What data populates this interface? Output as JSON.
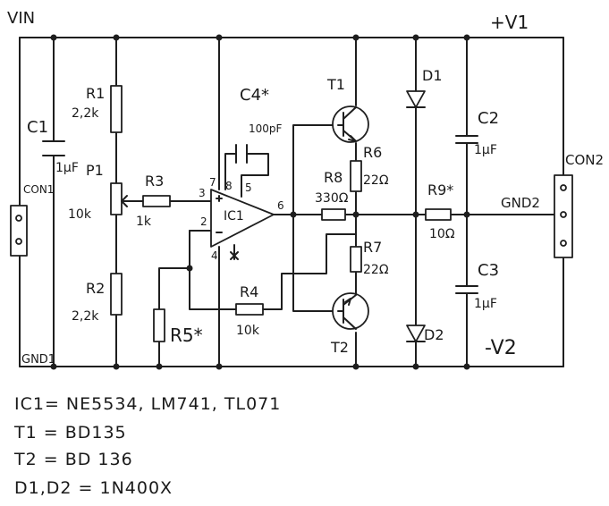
{
  "labels": {
    "vin": "VIN",
    "gnd1": "GND1",
    "plus_v1": "+V1",
    "minus_v2": "-V2",
    "gnd2": "GND2",
    "con1": "CON1",
    "con2": "CON2",
    "c1": "C1",
    "c1_val": "1μF",
    "r1": "R1",
    "r1_val": "2,2k",
    "p1": "P1",
    "p1_val": "10k",
    "r2": "R2",
    "r2_val": "2,2k",
    "r3": "R3",
    "r3_val": "1k",
    "c4": "C4*",
    "c4_val": "100pF",
    "ic1": "IC1",
    "pin7": "7",
    "pin8": "8",
    "pin5": "5",
    "pin3": "3",
    "pin2": "2",
    "pin4": "4",
    "pin6": "6",
    "r4": "R4",
    "r4_val": "10k",
    "r5": "R5*",
    "t1": "T1",
    "t2": "T2",
    "r6": "R6",
    "r6_val": "22Ω",
    "r7": "R7",
    "r7_val": "22Ω",
    "r8": "R8",
    "r8_val": "330Ω",
    "d1": "D1",
    "d2": "D2",
    "r9": "R9*",
    "r9_val": "10Ω",
    "c2": "C2",
    "c2_val": "1μF",
    "c3": "C3",
    "c3_val": "1μF"
  },
  "notes": {
    "ic1": "IC1= NE5534, LM741, TL071",
    "t1": "T1 = BD135",
    "t2": "T2 = BD 136",
    "d": "D1,D2 = 1N400X"
  }
}
